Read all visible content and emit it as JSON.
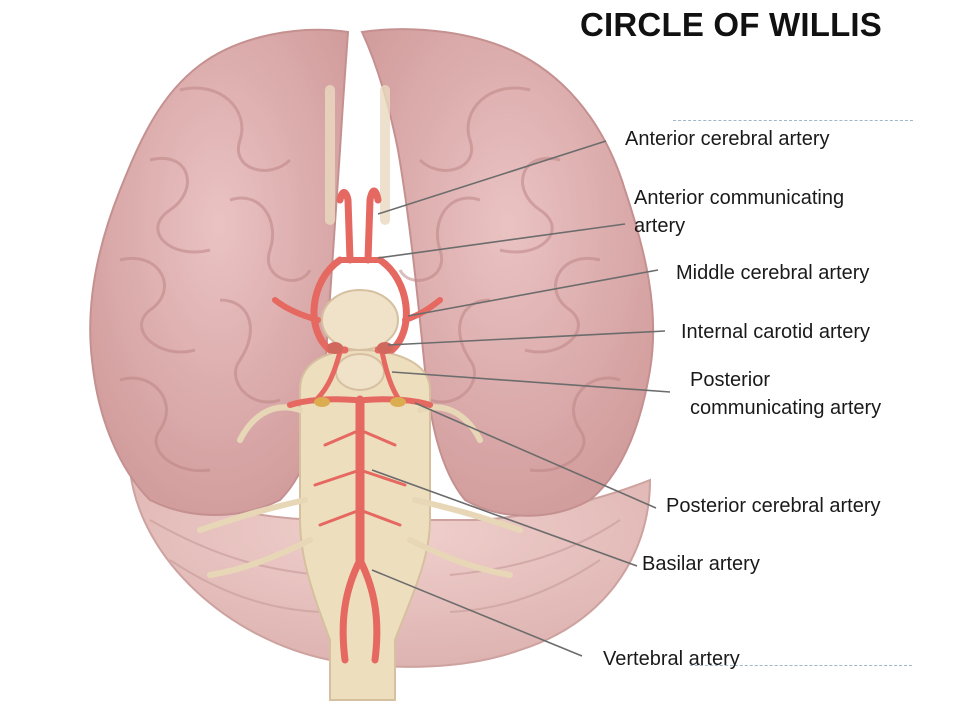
{
  "title": "CIRCLE OF WILLIS",
  "labels": {
    "anterior_cerebral": "Anterior cerebral artery",
    "anterior_communicating_1": "Anterior communicating",
    "anterior_communicating_2": "artery",
    "middle_cerebral": "Middle cerebral artery",
    "internal_carotid": "Internal carotid artery",
    "posterior_communicating_1": "Posterior",
    "posterior_communicating_2": "communicating artery",
    "posterior_cerebral": "Posterior cerebral artery",
    "basilar": "Basilar artery",
    "vertebral": "Vertebral artery"
  },
  "colors": {
    "brain": "#d9a0a0",
    "artery": "#e0473f",
    "brainstem": "#ead7b0"
  }
}
